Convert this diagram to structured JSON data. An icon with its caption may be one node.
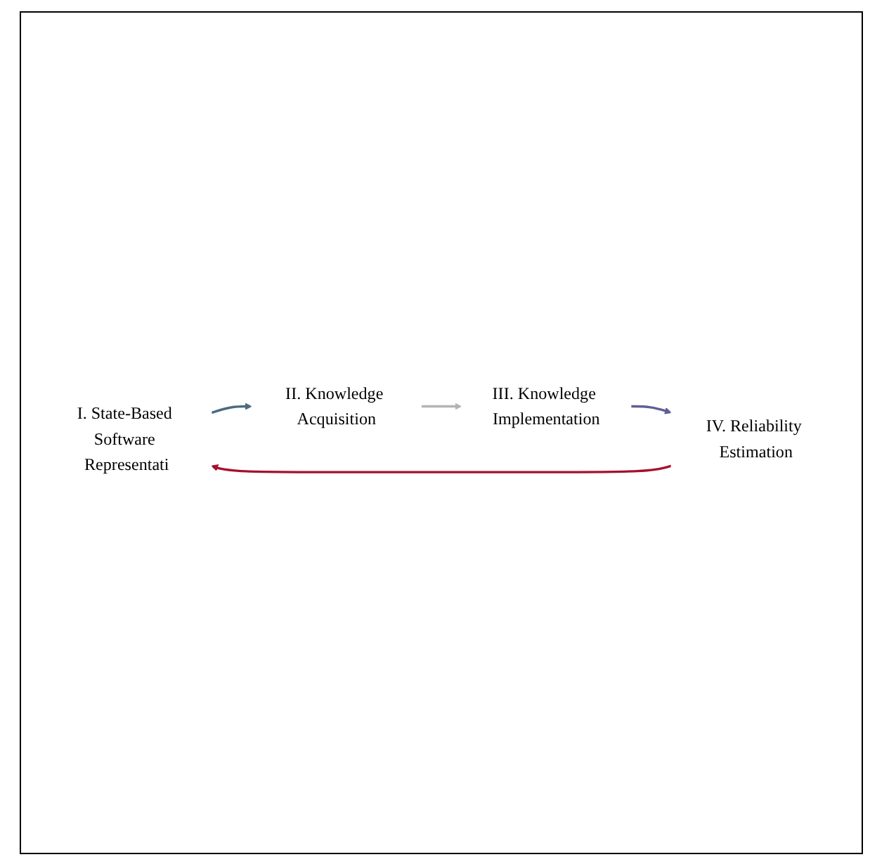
{
  "diagram": {
    "nodes": [
      {
        "text": [
          "I. State-Based Software Representati"
        ]
      },
      {
        "text": [
          "II. Knowledge Acquisition"
        ]
      },
      {
        "text": [
          "III. Knowledge Implementation"
        ]
      },
      {
        "text": [
          "IV. Reliability Estimation"
        ]
      }
    ],
    "edges": [
      {
        "from": 0,
        "to": 1,
        "arrow": "to",
        "color": "#4a6b80"
      },
      {
        "from": 1,
        "to": 2,
        "arrow": "to",
        "color": "#b4b4b4"
      },
      {
        "from": 2,
        "to": 3,
        "arrow": "to",
        "color": "#5f5f96"
      },
      {
        "from": 3,
        "to": 0,
        "arrow": "to",
        "color": "#a5102c"
      }
    ]
  }
}
